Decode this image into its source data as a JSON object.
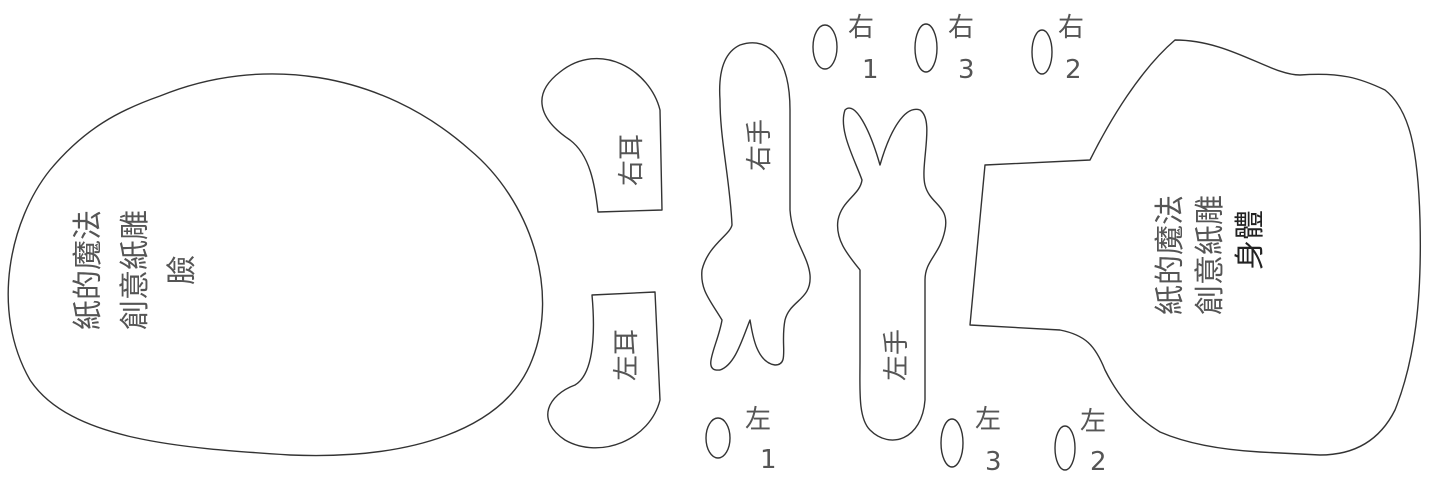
{
  "face": {
    "line1": "紙的魔法",
    "line2": "創意紙雕",
    "line3": "臉"
  },
  "ears": {
    "right": "右耳",
    "left": "左耳"
  },
  "hands": {
    "right": "右手",
    "left": "左手"
  },
  "body_piece": {
    "line1": "紙的魔法",
    "line2": "創意紙雕",
    "line3": "身體"
  },
  "fingers": {
    "right": [
      {
        "char": "右",
        "num": "1"
      },
      {
        "char": "右",
        "num": "3"
      },
      {
        "char": "右",
        "num": "2"
      }
    ],
    "left": [
      {
        "char": "左",
        "num": "1"
      },
      {
        "char": "左",
        "num": "3"
      },
      {
        "char": "左",
        "num": "2"
      }
    ]
  }
}
